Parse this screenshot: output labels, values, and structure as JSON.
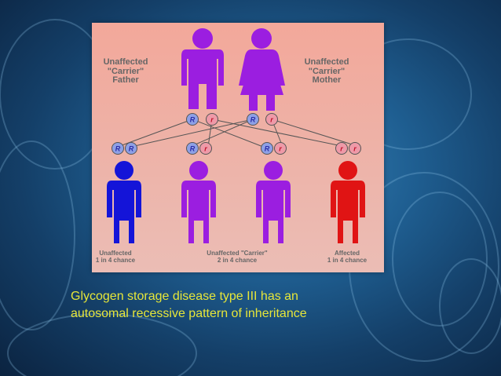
{
  "diagram": {
    "father_label": [
      "Unaffected",
      "\"Carrier\"",
      "Father"
    ],
    "mother_label": [
      "Unaffected",
      "\"Carrier\"",
      "Mother"
    ],
    "father_alleles": [
      "R",
      "r"
    ],
    "mother_alleles": [
      "R",
      "r"
    ],
    "children": [
      {
        "alleles": [
          "R",
          "R"
        ],
        "color": "#1414d8"
      },
      {
        "alleles": [
          "R",
          "r"
        ],
        "color": "#9b1ee0"
      },
      {
        "alleles": [
          "R",
          "r"
        ],
        "color": "#9b1ee0"
      },
      {
        "alleles": [
          "r",
          "r"
        ],
        "color": "#e01414"
      }
    ],
    "child_labels": [
      [
        "Unaffected",
        "1 in 4 chance"
      ],
      [
        "Unaffected \"Carrier\"",
        "2 in 4 chance"
      ],
      [
        "Affected",
        "1 in 4 chance"
      ]
    ],
    "colors": {
      "parent": "#9b1ee0",
      "allele_R": "#8ea0e6",
      "allele_r": "#ee9aa8",
      "allele_R_text": "#2b2ba8",
      "allele_r_text": "#c0142c"
    }
  },
  "caption": {
    "line1": "Glycogen storage disease type III has an",
    "line2": "autosomal recessive pattern of inheritance"
  }
}
